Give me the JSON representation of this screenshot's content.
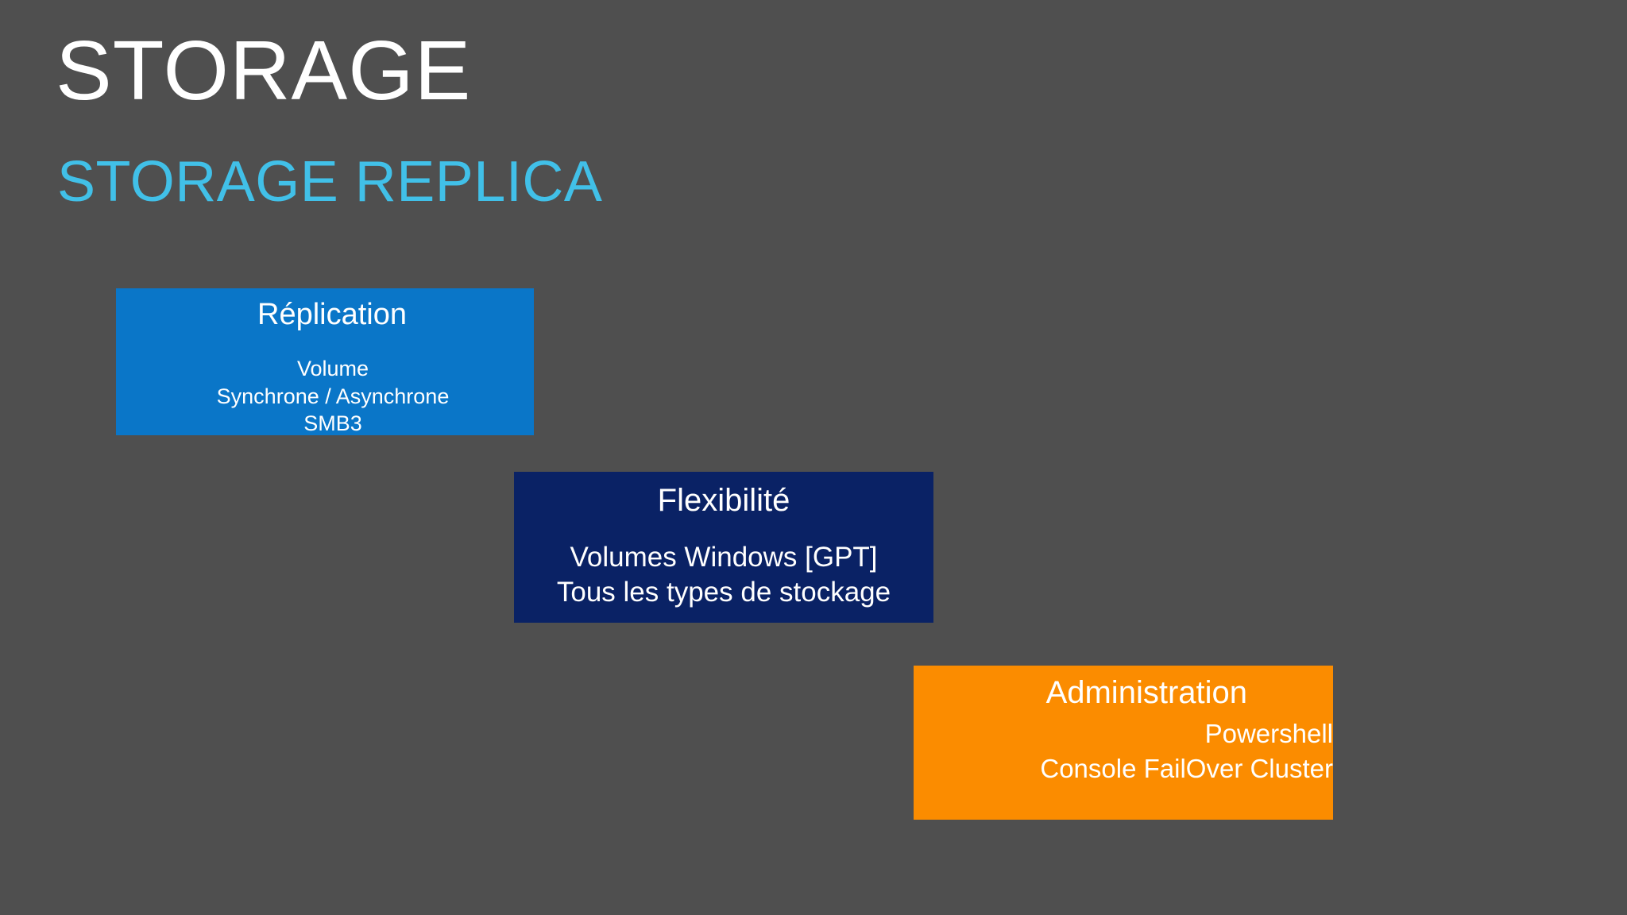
{
  "slide": {
    "background_color": "#4f4f4f",
    "title": "STORAGE",
    "subtitle": "STORAGE REPLICA",
    "title_color": "#ffffff",
    "subtitle_color": "#41c0e8"
  },
  "cards": [
    {
      "id": "replication",
      "title": "Réplication",
      "background_color": "#0a76c8",
      "text_color": "#ffffff",
      "lines": [
        "Volume",
        "Synchrone / Asynchrone",
        "SMB3"
      ],
      "line_0": "Volume",
      "line_1": "Synchrone / Asynchrone",
      "line_2": "SMB3"
    },
    {
      "id": "flexibility",
      "title": "Flexibilité",
      "background_color": "#0a2265",
      "text_color": "#ffffff",
      "lines": [
        "Volumes Windows [GPT]",
        "Tous les types de stockage"
      ],
      "line_0": "Volumes Windows [GPT]",
      "line_1": "Tous les types de stockage"
    },
    {
      "id": "administration",
      "title": "Administration",
      "background_color": "#fb8c00",
      "text_color": "#ffffff",
      "lines": [
        "Powershell",
        "Console FailOver Cluster"
      ],
      "line_0": "Powershell",
      "line_1": "Console FailOver Cluster"
    }
  ]
}
